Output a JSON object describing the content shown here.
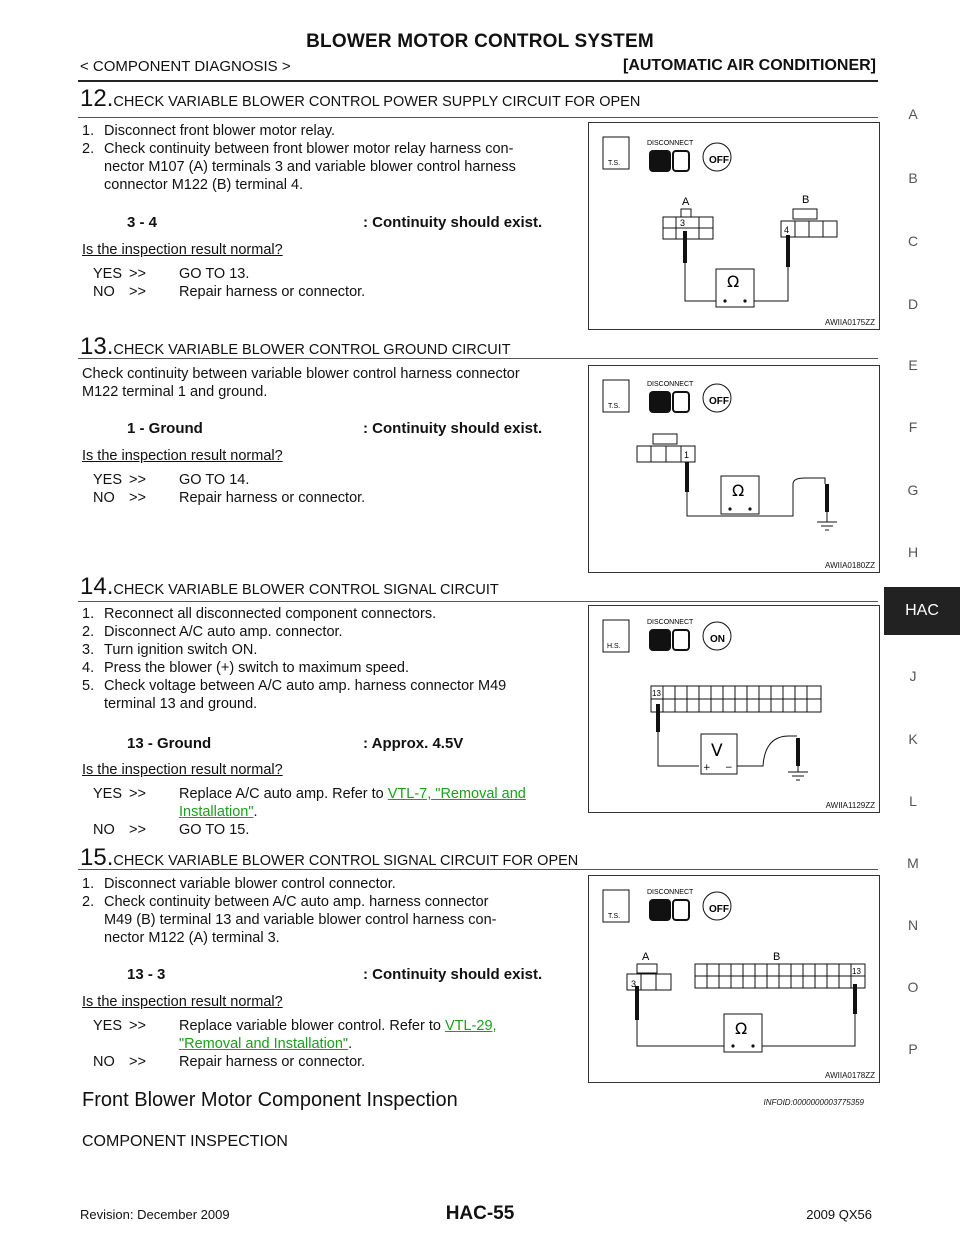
{
  "header": {
    "title": "BLOWER MOTOR CONTROL SYSTEM",
    "left": "< COMPONENT DIAGNOSIS >",
    "right": "[AUTOMATIC AIR CONDITIONER]"
  },
  "side_index": [
    "A",
    "B",
    "C",
    "D",
    "E",
    "F",
    "G",
    "H",
    "HAC",
    "J",
    "K",
    "L",
    "M",
    "N",
    "O",
    "P"
  ],
  "steps": [
    {
      "num": "12.",
      "title": "CHECK VARIABLE BLOWER CONTROL POWER SUPPLY CIRCUIT FOR OPEN",
      "items": [
        {
          "k": "1.",
          "t": "Disconnect front blower motor relay."
        },
        {
          "k": "2.",
          "t": "Check continuity between front blower motor relay harness con-",
          "t2": "nector M107 (A) terminals 3 and variable blower control harness",
          "t3": "connector M122 (B) terminal 4."
        }
      ],
      "spec_left": "3 - 4",
      "spec_right": ": Continuity should exist.",
      "question": "Is the inspection result normal?",
      "yes": "YES",
      "yes_arrow": ">>",
      "yes_text": "GO TO 13.",
      "no": "NO",
      "no_arrow": ">>",
      "no_text": "Repair harness or connector.",
      "figure": {
        "id": "AWIIA0175ZZ",
        "mode": "T.S.",
        "label": "DISCONNECT",
        "switch": "OFF",
        "conn_a": "A",
        "conn_b": "B",
        "pin_a": "3",
        "pin_b": "4",
        "meter": "Ω"
      }
    },
    {
      "num": "13.",
      "title": "CHECK VARIABLE BLOWER CONTROL GROUND CIRCUIT",
      "para1": "Check continuity between variable blower control harness connector",
      "para2": "M122 terminal 1 and ground.",
      "spec_left": "1 - Ground",
      "spec_right": ": Continuity should exist.",
      "question": "Is the inspection result normal?",
      "yes": "YES",
      "yes_arrow": ">>",
      "yes_text": "GO TO 14.",
      "no": "NO",
      "no_arrow": ">>",
      "no_text": "Repair harness or connector.",
      "figure": {
        "id": "AWIIA0180ZZ",
        "mode": "T.S.",
        "label": "DISCONNECT",
        "switch": "OFF",
        "pin": "1",
        "meter": "Ω"
      }
    },
    {
      "num": "14.",
      "title": "CHECK VARIABLE BLOWER CONTROL SIGNAL CIRCUIT",
      "items": [
        {
          "k": "1.",
          "t": "Reconnect all disconnected component connectors."
        },
        {
          "k": "2.",
          "t": "Disconnect A/C auto amp. connector."
        },
        {
          "k": "3.",
          "t": "Turn ignition switch ON."
        },
        {
          "k": "4.",
          "t": "Press the blower (+) switch to maximum speed."
        },
        {
          "k": "5.",
          "t": "Check voltage between A/C auto amp. harness connector M49",
          "t2": "terminal 13 and ground."
        }
      ],
      "spec_left": "13 - Ground",
      "spec_right": ": Approx. 4.5V",
      "question": "Is the inspection result normal?",
      "yes": "YES",
      "yes_arrow": ">>",
      "yes_text": "Replace A/C auto amp. Refer to ",
      "yes_link": "VTL-7, \"Removal and",
      "yes_link2": "Installation\"",
      "yes_end": ".",
      "no": "NO",
      "no_arrow": ">>",
      "no_text": "GO TO 15.",
      "figure": {
        "id": "AWIIA1129ZZ",
        "mode": "H.S.",
        "label": "DISCONNECT",
        "switch": "ON",
        "pin": "13",
        "meter": "V",
        "plus": "+",
        "minus": "−"
      }
    },
    {
      "num": "15.",
      "title": "CHECK VARIABLE BLOWER CONTROL SIGNAL CIRCUIT FOR OPEN",
      "items": [
        {
          "k": "1.",
          "t": "Disconnect variable blower control connector."
        },
        {
          "k": "2.",
          "t": "Check continuity between A/C auto amp. harness connector",
          "t2": "M49 (B) terminal 13 and variable blower control harness con-",
          "t3": "nector M122 (A) terminal 3."
        }
      ],
      "spec_left": "13 - 3",
      "spec_right": ": Continuity should exist.",
      "question": "Is the inspection result normal?",
      "yes": "YES",
      "yes_arrow": ">>",
      "yes_text": "Replace variable blower control. Refer to ",
      "yes_link": "VTL-29,",
      "yes_link2": "\"Removal and Installation\"",
      "yes_end": ".",
      "no": "NO",
      "no_arrow": ">>",
      "no_text": "Repair harness or connector.",
      "figure": {
        "id": "AWIIA0178ZZ",
        "mode": "T.S.",
        "label": "DISCONNECT",
        "switch": "OFF",
        "conn_a": "A",
        "conn_b": "B",
        "pin_a": "3",
        "pin_b": "13",
        "meter": "Ω"
      }
    }
  ],
  "section": {
    "heading": "Front Blower Motor Component Inspection",
    "infoid": "INFOID:0000000003775359",
    "sub": "COMPONENT INSPECTION"
  },
  "footer": {
    "revision": "Revision: December 2009",
    "page": "HAC-55",
    "model": "2009 QX56"
  }
}
